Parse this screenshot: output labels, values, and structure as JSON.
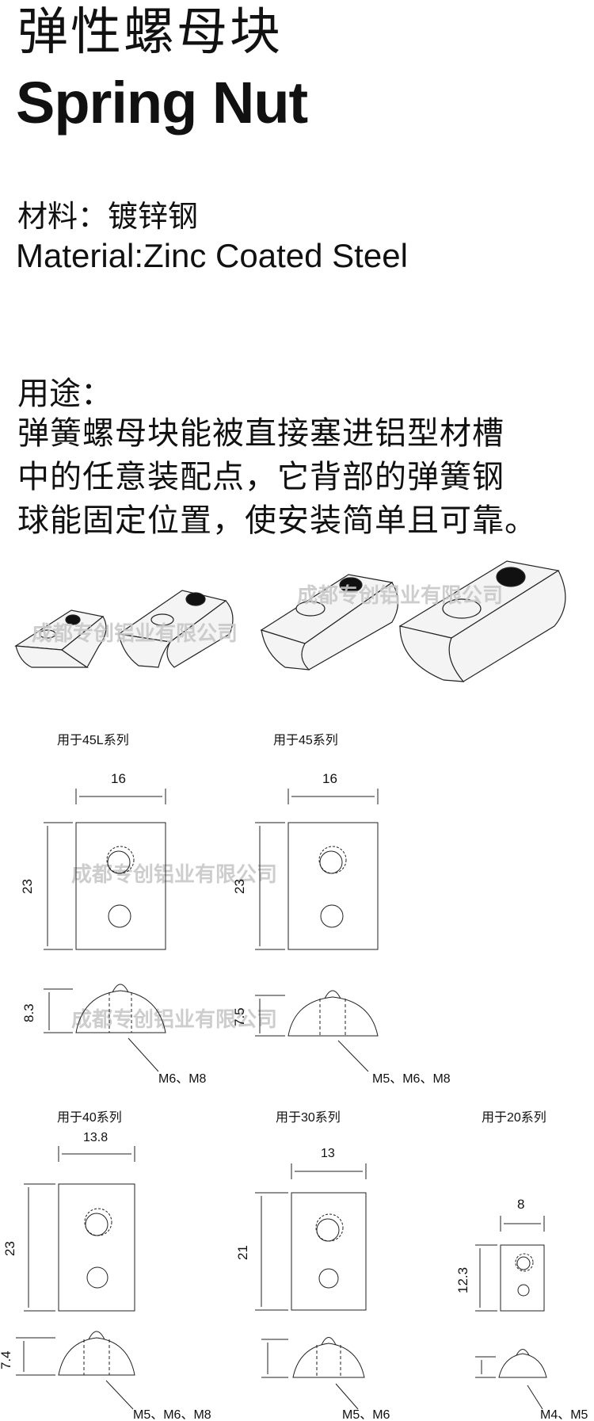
{
  "header": {
    "title_cn": "弹性螺母块",
    "title_en": "Spring Nut"
  },
  "material": {
    "label_cn": "材料：镀锌钢",
    "label_en": "Material:Zinc Coated Steel"
  },
  "usage": {
    "label": "用途：",
    "lines": [
      "弹簧螺母块能被直接塞进铝型材槽",
      "中的任意装配点，它背部的弹簧钢",
      "球能固定位置，使安装简单且可靠。"
    ]
  },
  "watermark": "成都专创铝业有限公司",
  "drawings": [
    {
      "series": "用于45L系列",
      "width": "16",
      "height": "23",
      "thick": "8.3",
      "bolts": "M6、M8"
    },
    {
      "series": "用于45系列",
      "width": "16",
      "height": "23",
      "thick": "7.5",
      "bolts": "M5、M6、M8"
    },
    {
      "series": "用于40系列",
      "width": "13.8",
      "height": "23",
      "thick": "7.4",
      "bolts": "M5、M6、M8"
    },
    {
      "series": "用于30系列",
      "width": "13",
      "height": "21",
      "thick": "",
      "bolts": "M5、M6"
    },
    {
      "series": "用于20系列",
      "width": "8",
      "height": "12.3",
      "thick": "",
      "bolts": "M4、M5"
    }
  ],
  "colors": {
    "ink": "#111111",
    "watermark": "#c8c8c8",
    "nut_fill": "#f4f4f4"
  }
}
